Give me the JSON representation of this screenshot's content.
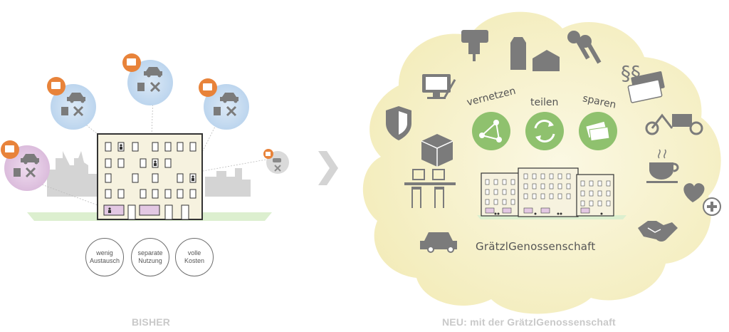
{
  "left": {
    "caption": "BISHER",
    "labels": [
      {
        "id": "austausch",
        "text": "wenig\nAustausch"
      },
      {
        "id": "nutzung",
        "text": "separate\nNutzung"
      },
      {
        "id": "kosten",
        "text": "volle\nKosten"
      }
    ],
    "colors": {
      "household_blue": "#c8dcf0",
      "household_pink": "#e6cde6",
      "household_grey": "#d9d9d9",
      "icon_orange": "#e8833a",
      "building": "#f5f1de",
      "ground": "#d3e9c4",
      "city": "#cfcfcf"
    }
  },
  "right": {
    "caption": "NEU: mit der GrätzlGenossenschaft",
    "brand": "GrätzlGenossenschaft",
    "verbs": [
      {
        "id": "vernetzen",
        "text": "vernetzen"
      },
      {
        "id": "teilen",
        "text": "teilen"
      },
      {
        "id": "sparen",
        "text": "sparen"
      }
    ],
    "icons": [
      "tool-icon",
      "groceries-icon",
      "keys-icon",
      "paragraph-money-icon",
      "computer-icon",
      "shield-icon",
      "parcel-icon",
      "cargo-bike-icon",
      "coffee-icon",
      "workspace-icon",
      "health-icon",
      "car-icon",
      "handshake-icon",
      "network-icon",
      "recycle-icon",
      "tickets-icon"
    ],
    "colors": {
      "cloud": "#f6f1c6",
      "green": "#8fc16e",
      "icon_grey": "#7b7b7b"
    }
  },
  "arrow": "chevron-right-icon"
}
